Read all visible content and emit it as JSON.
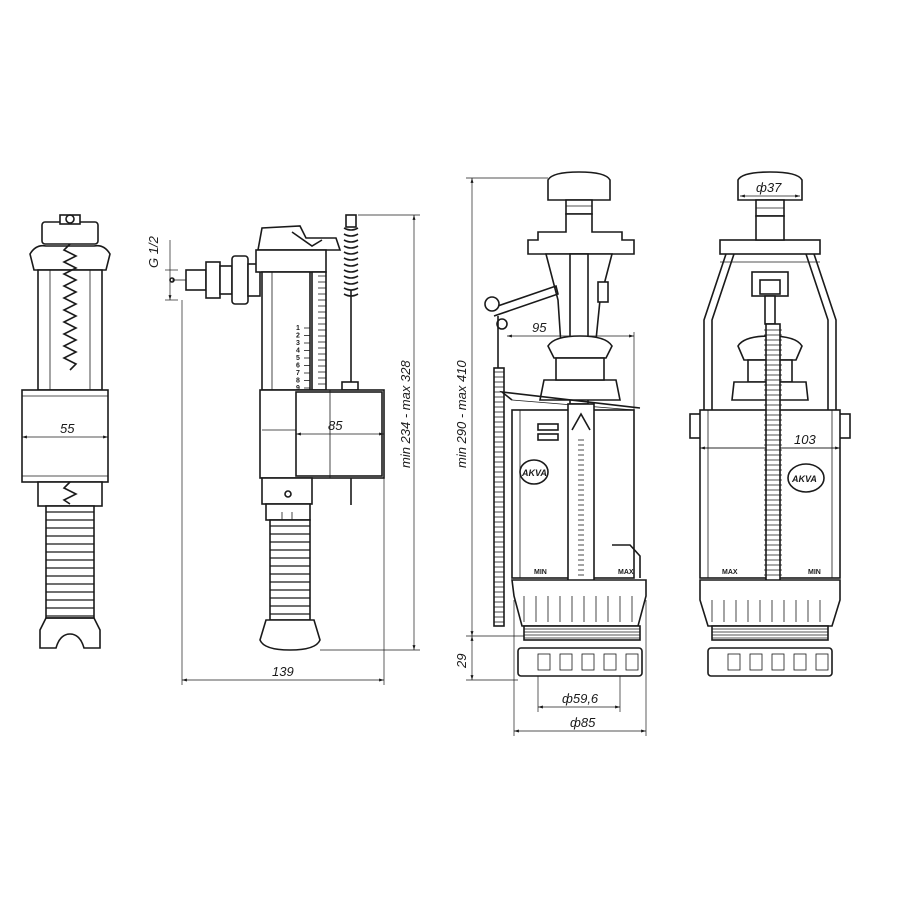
{
  "dimensions": {
    "inlet_width": "55",
    "thread": "G 1/2",
    "float_width": "85",
    "inlet_height_range": "min 234 - max 328",
    "inlet_depth": "139",
    "outlet_height_range": "min 290 - max 410",
    "outlet_lever": "95",
    "outlet_thread_height": "29",
    "outlet_diam_inner": "ф59,6",
    "outlet_diam_outer": "ф85",
    "button_diam": "ф37",
    "outlet_width": "103"
  },
  "markings": {
    "min": "MIN",
    "max": "MAX",
    "logo": "AKVA",
    "scale_inlet": [
      "1",
      "2",
      "3",
      "4",
      "5",
      "6",
      "7",
      "8",
      "9"
    ]
  }
}
